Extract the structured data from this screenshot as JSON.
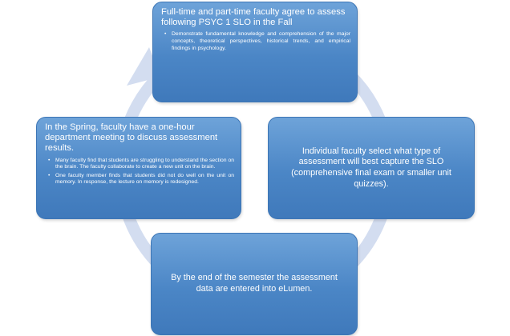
{
  "colors": {
    "box_fill_top": "#6ea3d9",
    "box_fill_bottom": "#3f79bb",
    "ring": "#d3ddf0",
    "text": "#ffffff"
  },
  "steps": [
    {
      "title": "Full-time and part-time faculty agree to assess following PSYC 1 SLO in the Fall",
      "bullets": [
        "Demonstrate fundamental knowledge and comprehension of the major concepts, theoretical perspectives, historical trends, and empirical findings in psychology."
      ]
    },
    {
      "text": "Individual faculty select what type of assessment will best capture the SLO (comprehensive final exam or smaller unit quizzes)."
    },
    {
      "text": "By the end of the semester the assessment data are entered into eLumen."
    },
    {
      "title": "In the Spring, faculty have a one-hour department meeting to discuss assessment results.",
      "bullets": [
        "Many faculty find that students are struggling to understand the section on the brain. The faculty collaborate to create a new unit on the brain.",
        "One faculty member finds that students did not do well on the unit on memory. In response, the lecture on memory is redesigned."
      ]
    }
  ]
}
